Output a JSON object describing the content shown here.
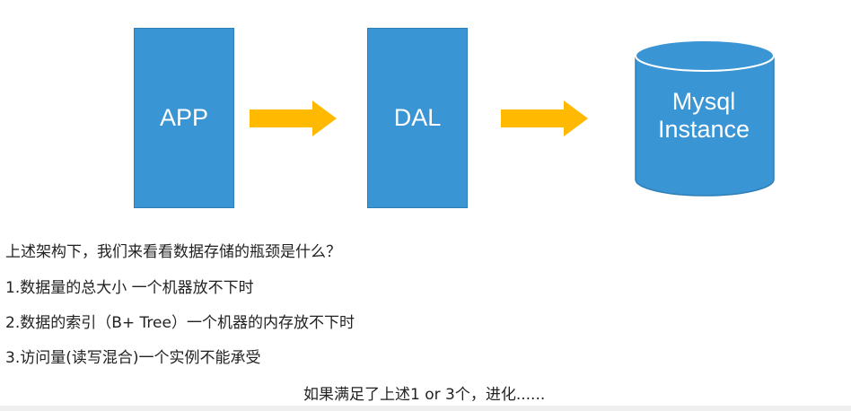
{
  "diagram": {
    "app_label": "APP",
    "dal_label": "DAL",
    "db_label_line1": "Mysql",
    "db_label_line2": "Instance",
    "colors": {
      "box": "#3a95d4",
      "arrow": "#ffb900",
      "text": "#ffffff"
    }
  },
  "text": {
    "intro": "上述架构下，我们来看看数据存储的瓶颈是什么？",
    "item1": "1.数据量的总大小 一个机器放不下时",
    "item2": "2.数据的索引（B+ Tree）一个机器的内存放不下时",
    "item3": "3.访问量(读写混合)一个实例不能承受",
    "conclusion": "如果满足了上述1 or 3个，进化......"
  }
}
